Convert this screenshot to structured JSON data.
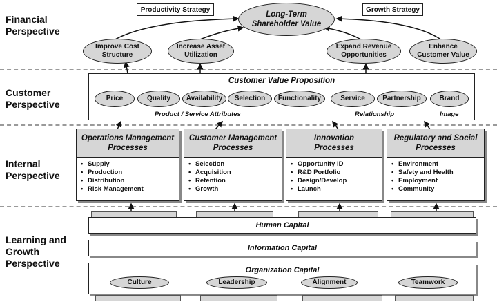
{
  "perspectives": {
    "financial": "Financial\nPerspective",
    "customer": "Customer\nPerspective",
    "internal": "Internal\nPerspective",
    "learning": "Learning and\nGrowth\nPerspective"
  },
  "financial": {
    "goal": "Long-Term\nShareholder Value",
    "productivity_strategy": "Productivity Strategy",
    "growth_strategy": "Growth Strategy",
    "objectives": [
      "Improve Cost\nStructure",
      "Increase Asset\nUtilization",
      "Expand Revenue\nOpportunities",
      "Enhance\nCustomer Value"
    ]
  },
  "customer": {
    "title": "Customer Value Proposition",
    "attributes": [
      "Price",
      "Quality",
      "Availability",
      "Selection",
      "Functionality",
      "Service",
      "Partnership",
      "Brand"
    ],
    "group_product": "Product / Service Attributes",
    "group_relationship": "Relationship",
    "group_image": "Image"
  },
  "internal": {
    "processes": [
      {
        "title": "Operations Management\nProcesses",
        "items": [
          "Supply",
          "Production",
          "Distribution",
          "Risk Management"
        ]
      },
      {
        "title": "Customer Management\nProcesses",
        "items": [
          "Selection",
          "Acquisition",
          "Retention",
          "Growth"
        ]
      },
      {
        "title": "Innovation\nProcesses",
        "items": [
          "Opportunity ID",
          "R&D Portfolio",
          "Design/Develop",
          "Launch"
        ]
      },
      {
        "title": "Regulatory and Social\nProcesses",
        "items": [
          "Environment",
          "Safety and Health",
          "Employment",
          "Community"
        ]
      }
    ]
  },
  "learning": {
    "human_capital": "Human Capital",
    "information_capital": "Information Capital",
    "organization_capital": "Organization Capital",
    "org_items": [
      "Culture",
      "Leadership",
      "Alignment",
      "Teamwork"
    ]
  }
}
